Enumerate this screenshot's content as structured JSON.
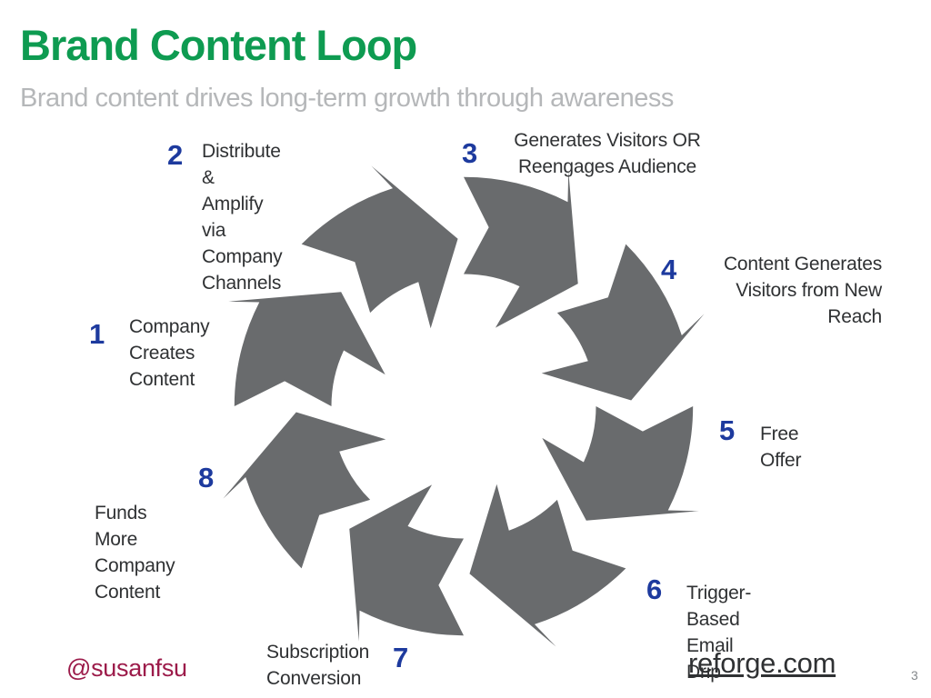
{
  "slide": {
    "title": "Brand Content Loop",
    "subtitle": "Brand content drives long-term growth through awareness",
    "footer": {
      "handle": "@susanfsu",
      "site": "reforge.com",
      "page_number": "3"
    }
  },
  "colors": {
    "green": "#0e9b51",
    "subtitle_gray": "#b5b7b9",
    "label_dark": "#2f3133",
    "number_blue": "#1d3a9e",
    "arrow_gray": "#696b6d",
    "crimson": "#9c1b4a",
    "footer_dark": "#2f3133",
    "pagenum_gray": "#85898c"
  },
  "diagram": {
    "type": "cycle",
    "direction": "clockwise",
    "arrow_count": 8,
    "steps": [
      {
        "num": "1",
        "lines": [
          "Company",
          "Creates",
          "Content"
        ]
      },
      {
        "num": "2",
        "lines": [
          "Distribute &",
          "Amplify via",
          "Company",
          "Channels"
        ]
      },
      {
        "num": "3",
        "lines": [
          "Generates Visitors OR",
          "Reengages Audience"
        ]
      },
      {
        "num": "4",
        "lines": [
          "Content Generates",
          "Visitors from New",
          "Reach"
        ]
      },
      {
        "num": "5",
        "lines": [
          "Free Offer"
        ]
      },
      {
        "num": "6",
        "lines": [
          "Trigger-Based",
          "Email Drip"
        ]
      },
      {
        "num": "7",
        "lines": [
          "Subscription",
          "Conversion"
        ]
      },
      {
        "num": "8",
        "lines": [
          "Funds More",
          "Company Content"
        ]
      }
    ]
  }
}
